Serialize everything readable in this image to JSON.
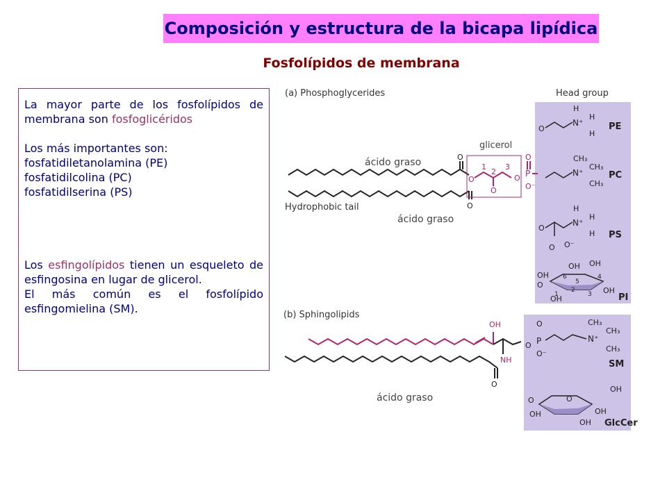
{
  "title": "Composición y estructura de la bicapa lipídica",
  "subtitle": "Fosfolípidos de membrana",
  "textbox": {
    "p1_prefix": "La mayor parte de los fosfolípidos de membrana son ",
    "p1_highlight": "fosfoglicéridos",
    "p2_line1": "Los más importantes son:",
    "p2_line2": "fosfatidiletanolamina (PE)",
    "p2_line3": "fosfatidilcolina (PC)",
    "p2_line4": "fosfatidilserina (PS)",
    "p3_prefix": "Los ",
    "p3_highlight": "esfingolípidos",
    "p3_suffix": " tienen un esqueleto de esfingosina en lugar de glicerol.",
    "p4": "El más común es el fosfolípido esfingomielina (SM)."
  },
  "diagram": {
    "section_a": "(a) Phosphoglycerides",
    "head_group": "Head group",
    "hydrophobic_tail": "Hydrophobic tail",
    "section_b": "(b) Sphingolipids",
    "glicerol": "glicerol",
    "acido_graso_1": "ácido graso",
    "acido_graso_2": "ácido graso",
    "acido_graso_3": "ácido graso",
    "glycerol_carbons": [
      "1",
      "2",
      "3"
    ],
    "head_labels": [
      "PE",
      "PC",
      "PS",
      "PI",
      "SM",
      "GlcCer"
    ],
    "atoms": {
      "O": "O",
      "P": "P",
      "O_minus": "O⁻",
      "H": "H",
      "N_plus": "N⁺",
      "CH3": "CH₃",
      "OH": "OH",
      "NH": "NH"
    },
    "inositol_numbers": [
      "1",
      "2",
      "3",
      "4",
      "5",
      "6"
    ],
    "colors": {
      "headbox": "#cdc3e6",
      "glycerol_highlight": "#b0246a",
      "sphingosine": "#b0246a"
    }
  }
}
